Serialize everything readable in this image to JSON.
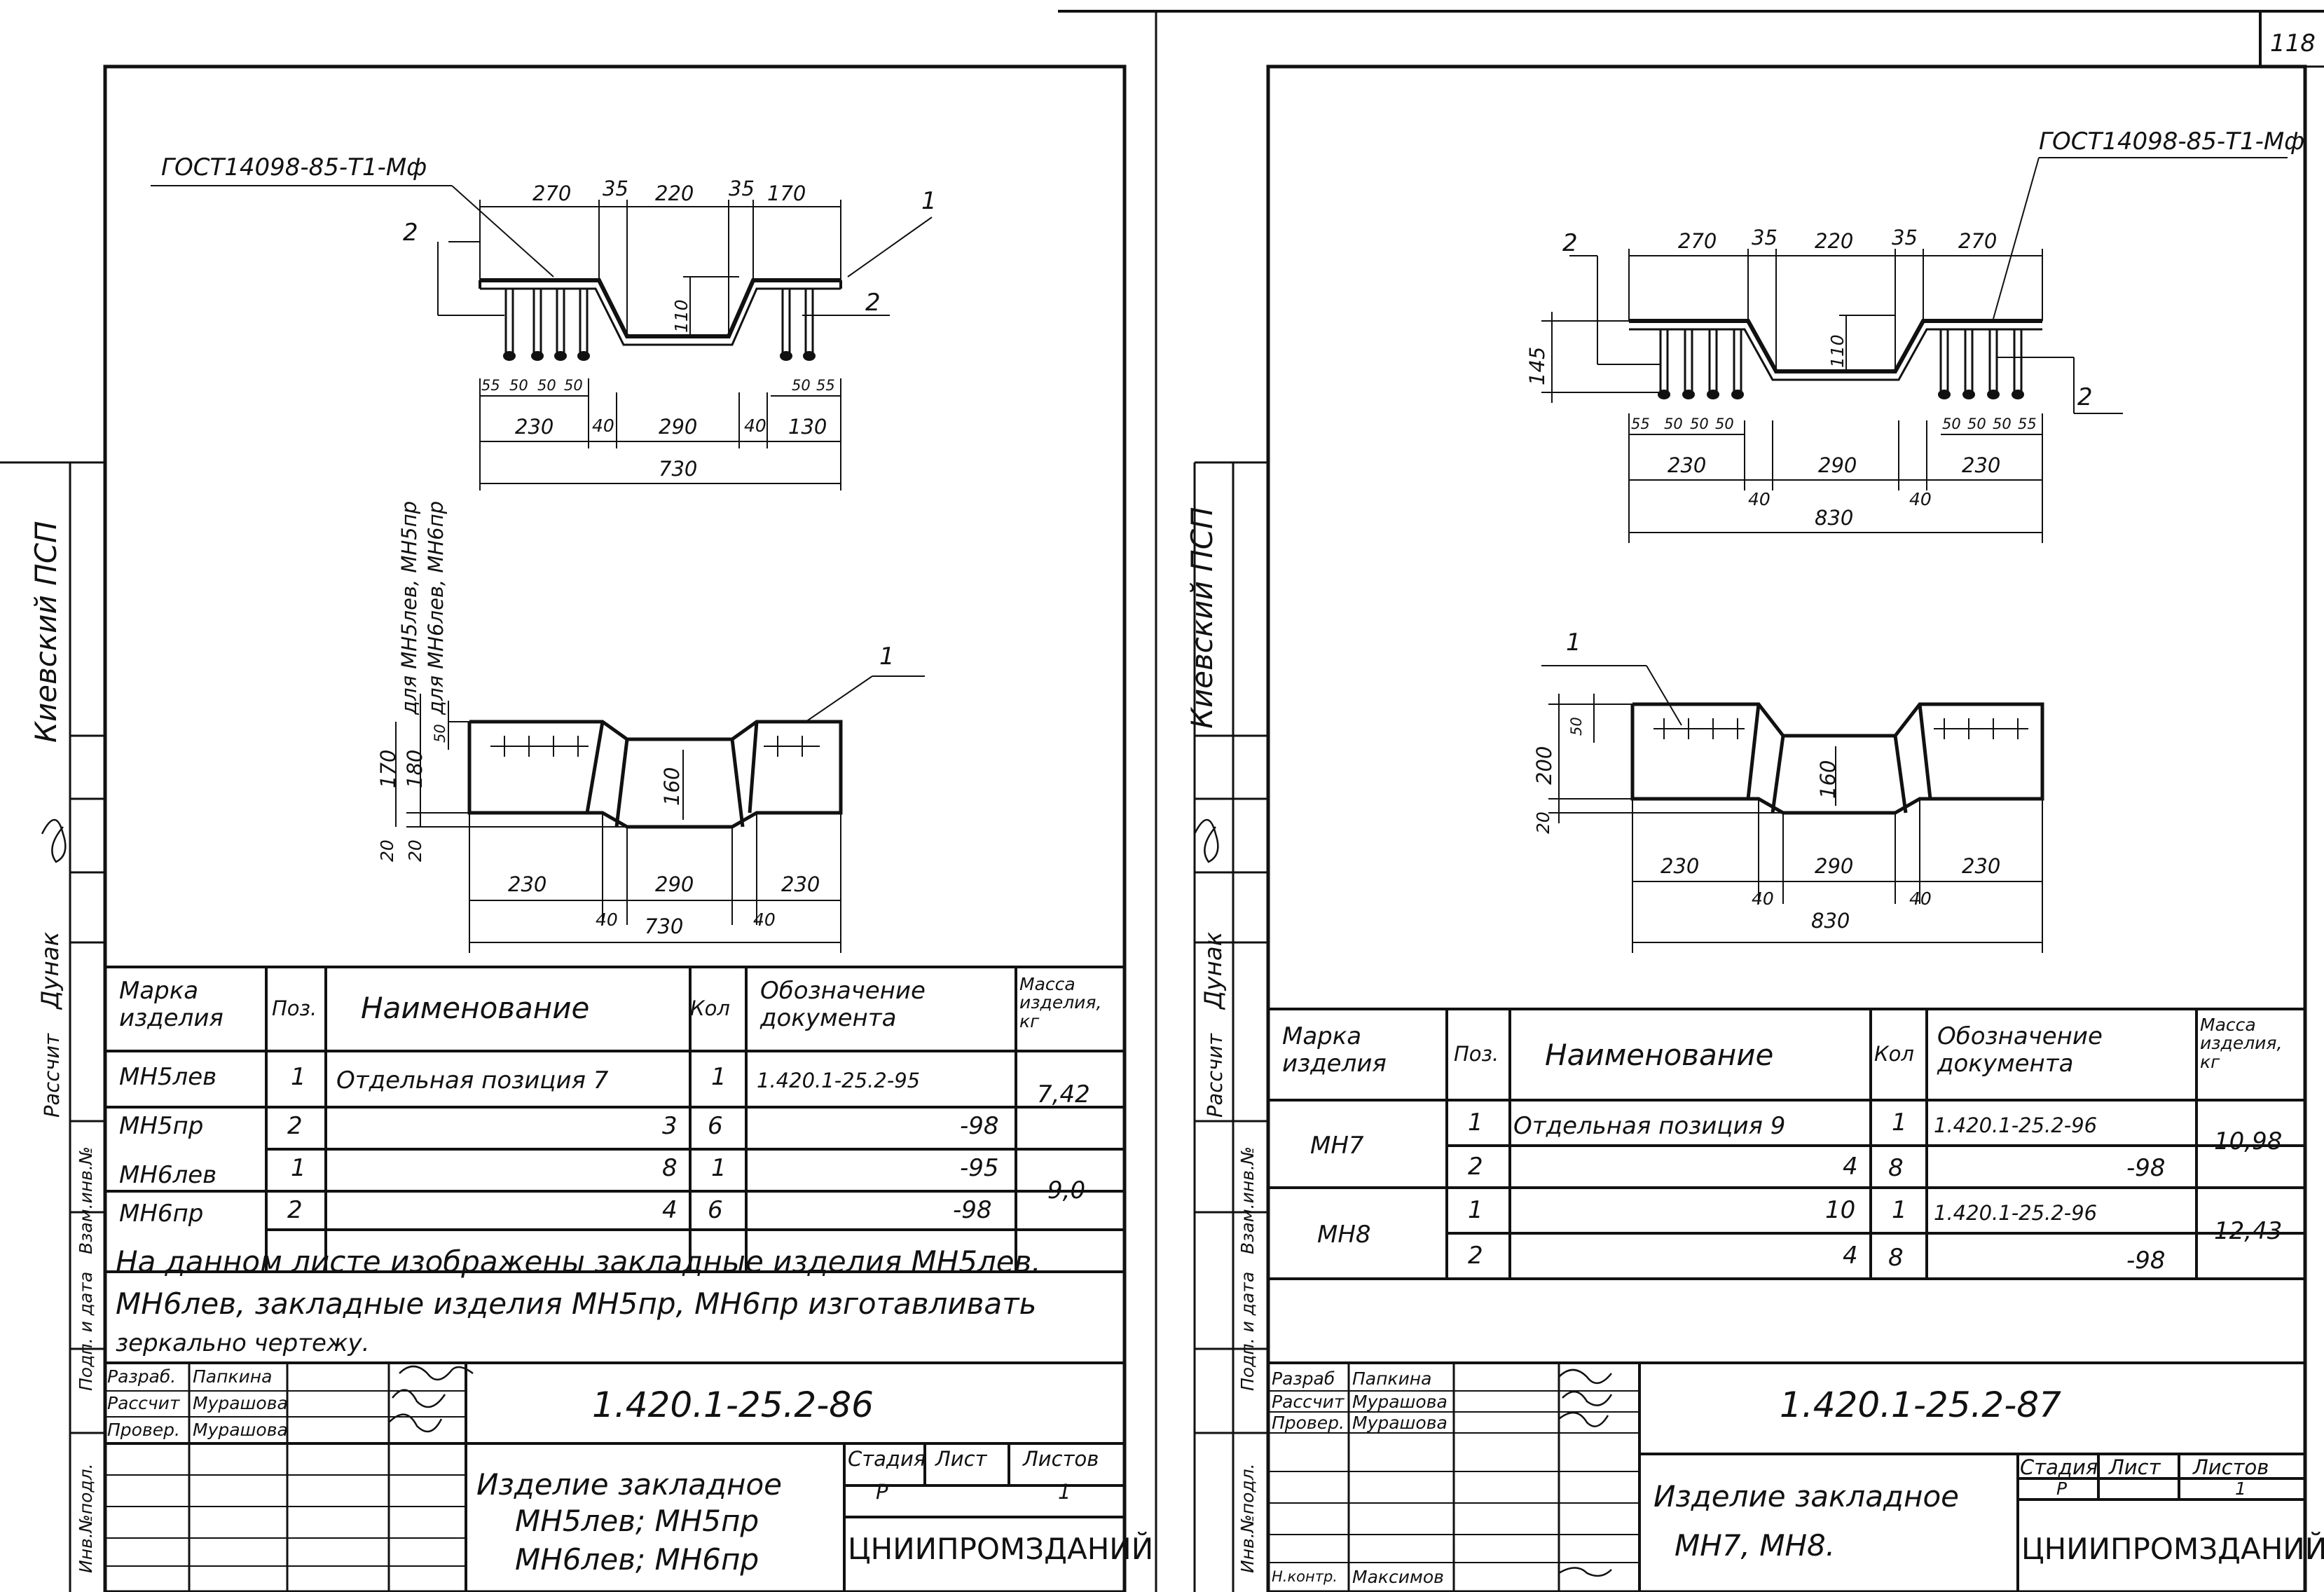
{
  "page_number": "118",
  "sheet1": {
    "gost": "ГОСТ14098-85-Т1-Мф",
    "side_note_1": "для МН5лев, МН5пр",
    "side_note_2": "для МН6лев, МН6пр",
    "top_dims": [
      "270",
      "35",
      "220",
      "35",
      "170"
    ],
    "spacing_left": [
      "55",
      "50",
      "50",
      "50"
    ],
    "spacing_right": [
      "50",
      "55"
    ],
    "bottom_dims": [
      "230",
      "40",
      "290",
      "40",
      "130"
    ],
    "total": "730",
    "depth": "110",
    "plan_heights": [
      "170",
      "180",
      "20",
      "20",
      "50"
    ],
    "plan_depth": "160",
    "plan_dims": [
      "230",
      "290",
      "230"
    ],
    "plan_gaps": [
      "40",
      "40"
    ],
    "plan_total": "730",
    "callouts": [
      "1",
      "2",
      "2",
      "1"
    ],
    "table": {
      "headers": [
        "Марка изделия",
        "Поз.",
        "Наименование",
        "Кол",
        "Обозначение документа",
        "Масса изделия, кг"
      ],
      "rows": [
        [
          "МН5лев",
          "1",
          "Отдельная позиция 7",
          "1",
          "1.420.1-25.2-95"
        ],
        [
          "МН5пр",
          "2",
          "3",
          "6",
          "-98"
        ],
        [
          "МН6лев",
          "1",
          "8",
          "1",
          "-95"
        ],
        [
          "МН6пр",
          "2",
          "4",
          "6",
          "-98"
        ]
      ],
      "mass": [
        "7,42",
        "9,0"
      ]
    },
    "note_lines": [
      "На данном листе изображены закладные изделия МН5лев.",
      "МН6лев, закладные изделия МН5пр, МН6пр изготавливать",
      "зеркально чертежу."
    ],
    "stamp": {
      "roles": [
        "Разраб.",
        "Рассчит",
        "Провер."
      ],
      "names": [
        "Папкина",
        "Мурашова",
        "Мурашова"
      ],
      "code": "1.420.1-25.2-86",
      "title_lines": [
        "Изделие закладное",
        "МН5лев; МН5пр",
        "МН6лев; МН6пр"
      ],
      "stage_headers": [
        "Стадия",
        "Лист",
        "Листов"
      ],
      "stage_values": [
        "Р",
        "1"
      ],
      "org": "ЦНИИПРОМЗДАНИЙ"
    },
    "margin": {
      "org": "Киевский ПСП",
      "names": [
        "Дунак",
        "Рассчит"
      ],
      "labels": [
        "Взам.инв.№",
        "Подп. и дата",
        "Инв.№подл."
      ]
    }
  },
  "sheet2": {
    "gost": "ГОСТ14098-85-Т1-Мф",
    "top_dims": [
      "270",
      "35",
      "220",
      "35",
      "270"
    ],
    "height": "145",
    "depth": "110",
    "spacing_left": [
      "55",
      "50",
      "50",
      "50"
    ],
    "spacing_right": [
      "50",
      "50",
      "50",
      "55"
    ],
    "bottom_dims": [
      "230",
      "290",
      "230"
    ],
    "gaps": [
      "40",
      "40"
    ],
    "total": "830",
    "plan_heights": [
      "200",
      "50",
      "20"
    ],
    "plan_depth": "160",
    "plan_dims": [
      "230",
      "290",
      "230"
    ],
    "plan_gaps": [
      "40",
      "40"
    ],
    "plan_total": "830",
    "callouts": [
      "2",
      "2",
      "1"
    ],
    "table": {
      "headers": [
        "Марка изделия",
        "Поз.",
        "Наименование",
        "Кол",
        "Обозначение документа",
        "Масса изделия, кг"
      ],
      "marks": [
        "МН7",
        "МН8"
      ],
      "rows": [
        [
          "1",
          "Отдельная позиция 9",
          "1",
          "1.420.1-25.2-96"
        ],
        [
          "2",
          "4",
          "8",
          "-98"
        ],
        [
          "1",
          "10",
          "1",
          "1.420.1-25.2-96"
        ],
        [
          "2",
          "4",
          "8",
          "-98"
        ]
      ],
      "mass": [
        "10,98",
        "12,43"
      ]
    },
    "stamp": {
      "roles": [
        "Разраб",
        "Рассчит",
        "Провер.",
        "Н.контр."
      ],
      "names": [
        "Папкина",
        "Мурашова",
        "Мурашова",
        "Максимов"
      ],
      "code": "1.420.1-25.2-87",
      "title_lines": [
        "Изделие закладное",
        "МН7, МН8."
      ],
      "stage_headers": [
        "Стадия",
        "Лист",
        "Листов"
      ],
      "stage_values": [
        "Р",
        "1"
      ],
      "org": "ЦНИИПРОМЗДАНИЙ"
    },
    "margin": {
      "org": "Киевский ПСП",
      "names": [
        "Дунак",
        "Рассчит"
      ],
      "labels": [
        "Взам.инв.№",
        "Подп. и дата",
        "Инв.№подл."
      ]
    }
  }
}
